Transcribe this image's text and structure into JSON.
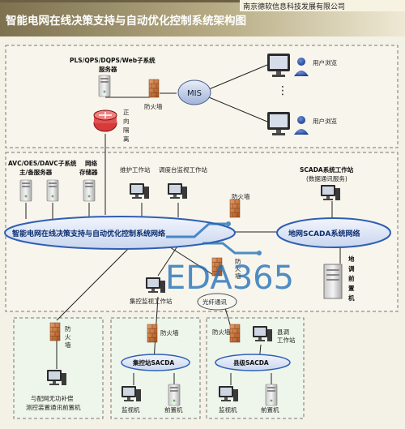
{
  "header": {
    "company": "南京德软信息科技发展有限公司",
    "title": "智能电网在线决策支持与自动优化控制系统架构图"
  },
  "top_zone": {
    "server_label_line1": "PLS/QPS/DQPS/Web子系统",
    "server_label_line2": "服务器",
    "isolation_label": [
      "正",
      "向",
      "隔",
      "离"
    ],
    "firewall_label": "防火墙",
    "mis_label": "MIS",
    "user_label": "用户浏览",
    "dots": "⋮"
  },
  "middle_zone": {
    "avc_label_line1": "AVC/OES/DAVC子系统",
    "avc_label_line2": "主/备服务器",
    "storage_label_line1": "网络",
    "storage_label_line2": "存储器",
    "maintenance_ws": "维护工作站",
    "dispatch_ws": "调度台监视工作站",
    "scada_ws_line1": "SCADA系统工作站",
    "scada_ws_line2": "(数据通讯服务)",
    "main_network": "智能电网在线决策支持与自动优化控制系统网络",
    "firewall_center": "防火墙",
    "scada_network": "地网SCADA系统网络",
    "plate_label": [
      "地",
      "调",
      "前",
      "置",
      "机"
    ],
    "collect_ws": "集控监视工作站",
    "fiber_label": "光纤通讯",
    "fw_small": [
      "防",
      "火",
      "墙"
    ]
  },
  "bottom_zone": {
    "left_firewall": [
      "防",
      "火",
      "墙"
    ],
    "left_caption_line1": "与配网无功补偿",
    "left_caption_line2": "测控装置通讯前置机",
    "mid_firewall": "防火墙",
    "mid_network": "集控站SACDA",
    "mid_monitor": "监视机",
    "mid_front": "前置机",
    "right_firewall": "防火墙",
    "right_ws_line1": "县调",
    "right_ws_line2": "工作站",
    "right_network": "县级SACDA",
    "right_monitor": "监视机",
    "right_front": "前置机"
  },
  "watermark": {
    "text": "EDA365"
  },
  "colors": {
    "background": "#f4f1e6",
    "title_gradient": "#8a7f5d",
    "network_blue": "#2f5fb3",
    "network_fill": "#dfe7f6",
    "firewall": "#c4733a",
    "watermark": "#1f6fb8"
  }
}
